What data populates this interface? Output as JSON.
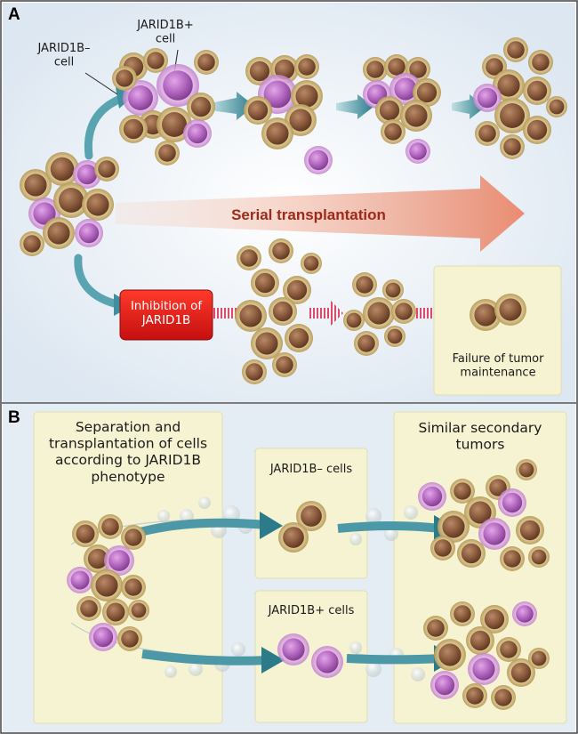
{
  "panel_a": {
    "letter": "A",
    "jarid_minus_label": "JARID1B–\ncell",
    "jarid_plus_label": "JARID1B+\ncell",
    "serial_label": "Serial transplantation",
    "inhibition_label": "Inhibition of\nJARID1B",
    "failure_label": "Failure of tumor\nmaintenance"
  },
  "panel_b": {
    "letter": "B",
    "separation_label": "Separation and\ntransplantation of cells\naccording to JARID1B\nphenotype",
    "minus_cells_label": "JARID1B– cells",
    "plus_cells_label": "JARID1B+ cells",
    "secondary_label": "Similar secondary\ntumors"
  },
  "colors": {
    "brown_cell": "#8a5a3c",
    "pink_cell": "#b266bf",
    "arrow_teal": "#2f7f8e",
    "serial_arrow": "#e9876b",
    "inhibition_red": "#e21a1a",
    "panel_yellow": "#f6f3d3",
    "frame_blue": "#e4ecf4"
  }
}
